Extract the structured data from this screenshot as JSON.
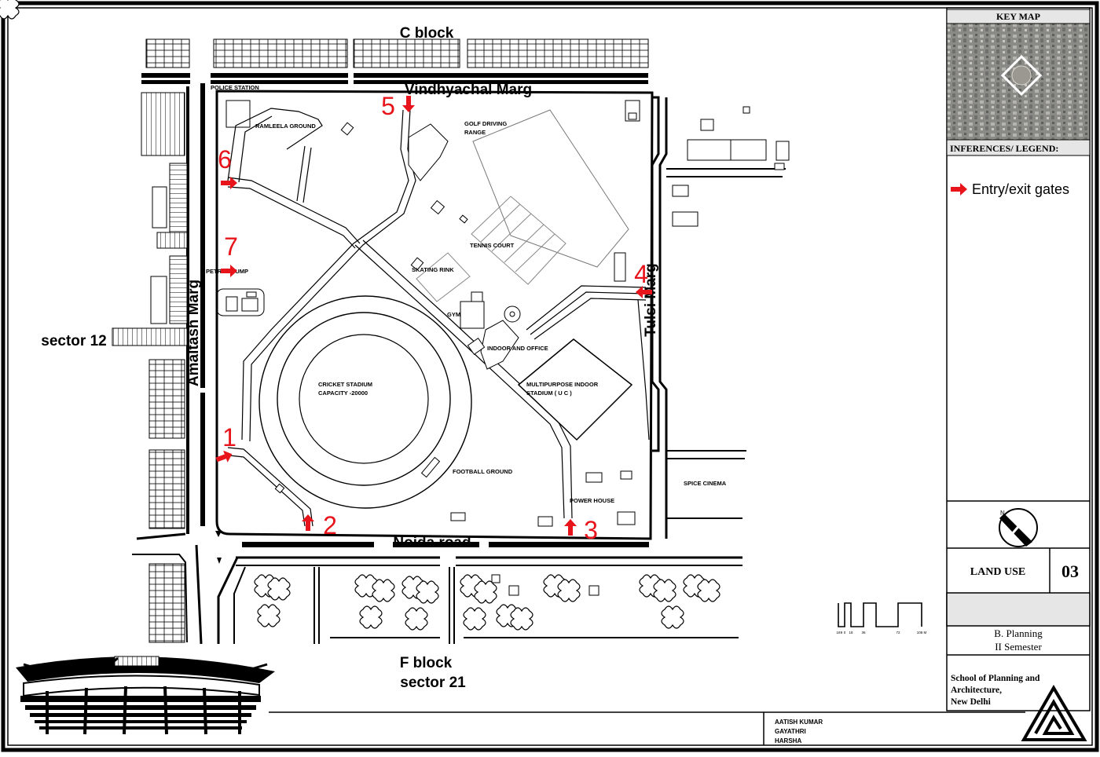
{
  "map": {
    "labels": {
      "top_area": "C block",
      "north_road": "Vindhyachal Marg",
      "west_road": "Amaltash Marg",
      "east_road": "Tulsi Marg",
      "south_road": "Noida road",
      "west_area": "sector 12",
      "south_area_1": "F block",
      "south_area_2": "sector 21",
      "police_station": "POLICE STATION",
      "ramleela": "RAMLEELA GROUND",
      "golf_1": "GOLF DRIVING",
      "golf_2": "RANGE",
      "tennis": "TENNIS COURT",
      "skating": "SKATING RINK",
      "petrol": "PETROL PUMP",
      "gym": "GYM",
      "indoor_office": "INDOOR AND OFFICE",
      "cricket_1": "CRICKET STADIUM",
      "cricket_2": "CAPACITY -20000",
      "multipurpose_1": "MULTIPURPOSE INDOOR",
      "multipurpose_2": "STADIUM ( U C )",
      "football": "FOOTBALL GROUND",
      "power_house": "POWER HOUSE",
      "spice_cinema": "SPICE CINEMA"
    },
    "gates": [
      {
        "number": "1",
        "direction": "east"
      },
      {
        "number": "2",
        "direction": "north"
      },
      {
        "number": "3",
        "direction": "north"
      },
      {
        "number": "4",
        "direction": "west"
      },
      {
        "number": "5",
        "direction": "south"
      },
      {
        "number": "6",
        "direction": "east"
      },
      {
        "number": "7",
        "direction": "east"
      }
    ],
    "scale_labels": [
      "18",
      "9",
      "0",
      "18",
      "36",
      "72",
      "108 M"
    ]
  },
  "panel": {
    "key_map_title": "KEY MAP",
    "legend_title": "INFERENCES/ LEGEND:",
    "legend_items": [
      {
        "label": "Entry/exit gates",
        "icon": "red-arrow-icon"
      }
    ],
    "north_label": "N",
    "sheet_title": "LAND USE",
    "sheet_number": "03",
    "course_line1": "B. Planning",
    "course_line2": "II Semester",
    "school_line1": "School of Planning and",
    "school_line2": "Architecture,",
    "school_line3": "New Delhi"
  },
  "authors": [
    "AATISH KUMAR",
    "GAYATHRI",
    "HARSHA"
  ],
  "colors": {
    "gate": "#e8141b",
    "ink": "#000000",
    "site_line": "#555555"
  }
}
